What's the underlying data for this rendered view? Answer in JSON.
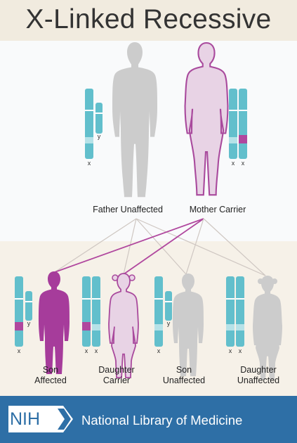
{
  "title": "X-Linked Recessive",
  "parents": [
    {
      "label": "Father Unaffected"
    },
    {
      "label": "Mother Carrier"
    }
  ],
  "children": [
    {
      "line1": "Son",
      "line2": "Affected"
    },
    {
      "line1": "Daughter",
      "line2": "Carrier"
    },
    {
      "line1": "Son",
      "line2": "Unaffected"
    },
    {
      "line1": "Daughter",
      "line2": "Unaffected"
    }
  ],
  "chromosome_labels": {
    "x": "x",
    "y": "y"
  },
  "footer": {
    "logo": "NIH",
    "organization": "National Library of Medicine"
  },
  "colors": {
    "chromosome": "#62bfcc",
    "mutation": "#b0479e",
    "affected": "#a63c9b",
    "carrier_fill": "#e8d3e5",
    "carrier_outline": "#a94a9d",
    "unaffected": "#cccccc",
    "footer": "#2e6fa6"
  }
}
